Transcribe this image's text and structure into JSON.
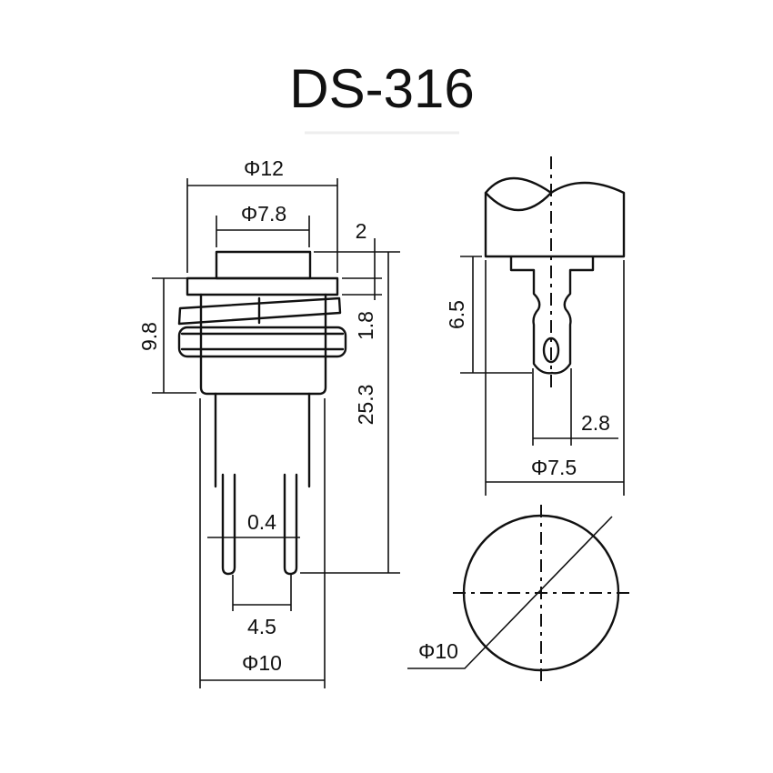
{
  "title": "DS-316",
  "colors": {
    "line": "#111111",
    "background": "#ffffff"
  },
  "front_view": {
    "dim_outer_diameter": "Φ12",
    "dim_button_diameter": "Φ7.8",
    "dim_button_height": "2",
    "dim_flange_thickness": "1.8",
    "dim_body_height": "9.8",
    "dim_total_height": "25.3",
    "dim_pin_thickness": "0.4",
    "dim_pin_spacing": "4.5",
    "dim_body_diameter": "Φ10"
  },
  "side_view": {
    "dim_terminal_length": "6.5",
    "dim_terminal_width": "2.8",
    "dim_shaft_diameter": "Φ7.5"
  },
  "bottom_view": {
    "dim_diameter": "Φ10"
  }
}
